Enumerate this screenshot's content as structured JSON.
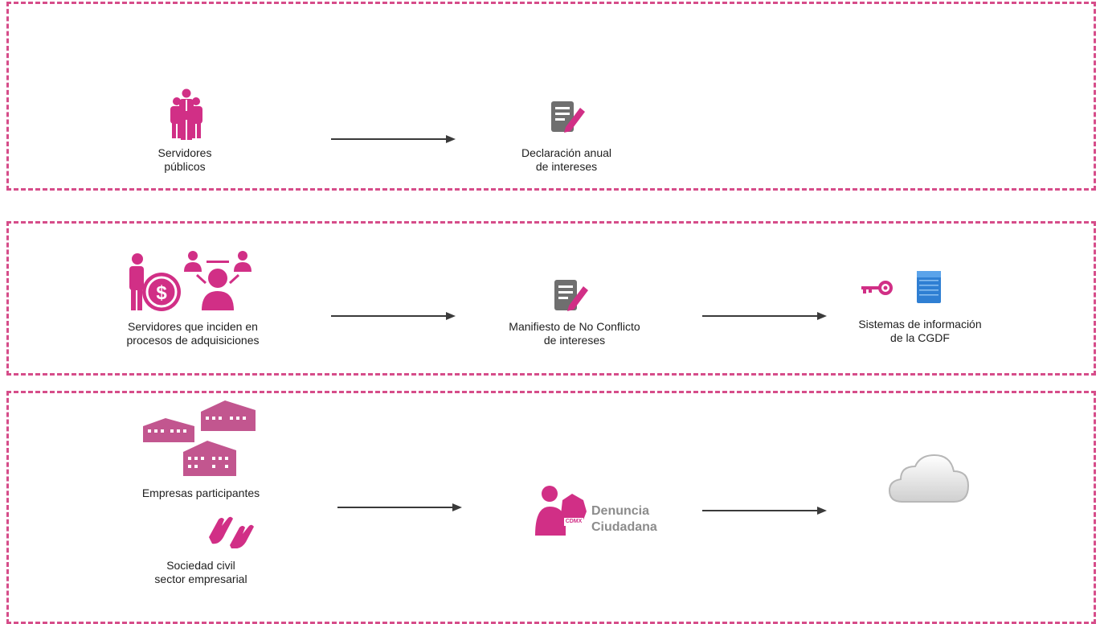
{
  "colors": {
    "accent": "#d64d8a",
    "icon": "#d12f86",
    "arrow": "#3a3a3a",
    "muted_text": "#8c8c8c"
  },
  "row1": {
    "source_label": "Servidores\npúblicos",
    "target_label": "Declaración anual\nde intereses",
    "source_icon": "group-of-people-icon",
    "target_icon": "document-edit-icon"
  },
  "row2": {
    "source_label": "Servidores que inciden en\nprocesos de adquisiciones",
    "middle_label": "Manifiesto de No Conflicto\nde intereses",
    "target_label": "Sistemas de información\nde la CGDF",
    "source_icon": "procurement-people-icon",
    "middle_icon": "document-edit-icon",
    "target_icons": [
      "key-icon",
      "database-icon"
    ]
  },
  "row3": {
    "companies_label": "Empresas participantes",
    "society_label": "Sociedad civil\nsector empresarial",
    "channel_label": "Denuncia\nCiudadana",
    "stamp_text": "CDMX",
    "companies_icon": "buildings-icon",
    "society_icon": "hands-icon",
    "channel_icon": "citizen-complaint-icon",
    "target_icon": "cloud-icon"
  }
}
